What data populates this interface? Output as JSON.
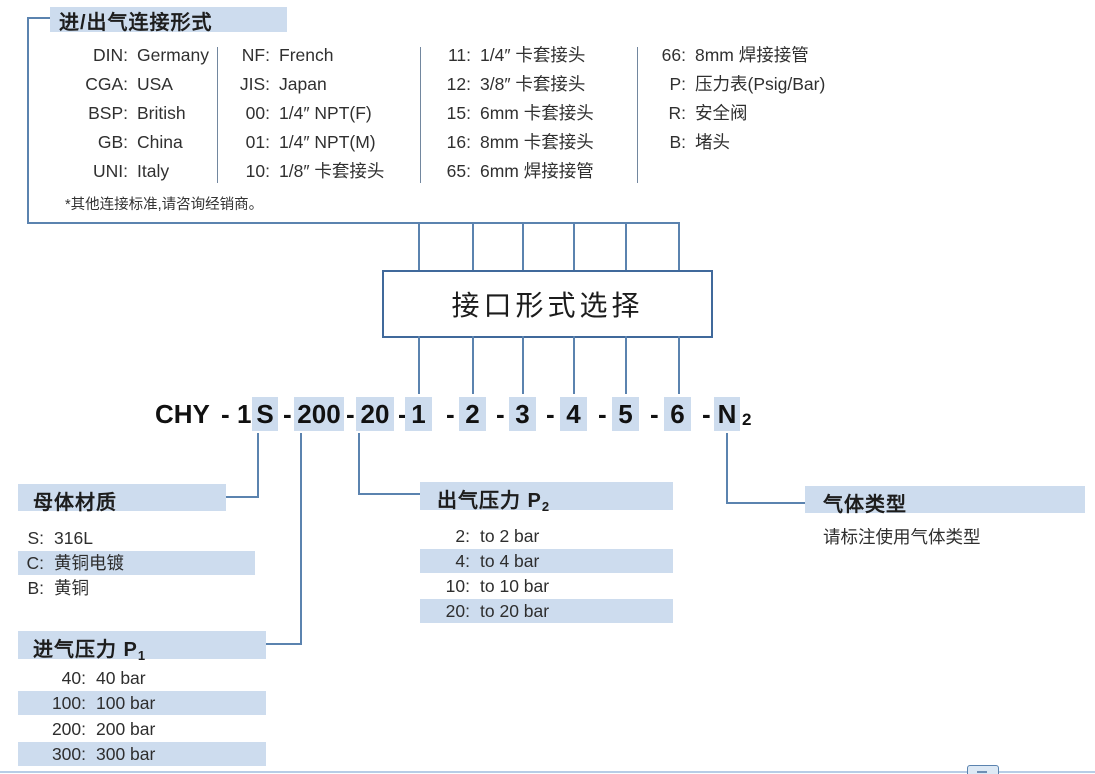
{
  "colors": {
    "highlight": "#cddcee",
    "connector_line": "#5b83af",
    "box_border": "#40699b",
    "divider": "#72879f",
    "text": "#2b2b2b"
  },
  "connection": {
    "title": "进/出气连接形式",
    "note": "*其他连接标准,请咨询经销商。",
    "columns": [
      {
        "items": [
          {
            "code": "DIN:",
            "label": "Germany"
          },
          {
            "code": "CGA:",
            "label": "USA"
          },
          {
            "code": "BSP:",
            "label": "British"
          },
          {
            "code": "GB:",
            "label": "China"
          },
          {
            "code": "UNI:",
            "label": "Italy"
          }
        ]
      },
      {
        "items": [
          {
            "code": "NF:",
            "label": "French"
          },
          {
            "code": "JIS:",
            "label": "Japan"
          },
          {
            "code": "00:",
            "label": "1/4″ NPT(F)"
          },
          {
            "code": "01:",
            "label": "1/4″ NPT(M)"
          },
          {
            "code": "10:",
            "label": "1/8″ 卡套接头"
          }
        ]
      },
      {
        "items": [
          {
            "code": "11:",
            "label": "1/4″ 卡套接头"
          },
          {
            "code": "12:",
            "label": "3/8″ 卡套接头"
          },
          {
            "code": "15:",
            "label": "6mm 卡套接头"
          },
          {
            "code": "16:",
            "label": "8mm 卡套接头"
          },
          {
            "code": "65:",
            "label": "6mm 焊接接管"
          }
        ]
      },
      {
        "items": [
          {
            "code": "66:",
            "label": "8mm 焊接接管"
          },
          {
            "code": "P:",
            "label": "压力表(Psig/Bar)"
          },
          {
            "code": "R:",
            "label": "安全阀"
          },
          {
            "code": "B:",
            "label": "堵头"
          }
        ]
      }
    ]
  },
  "selector": {
    "title": "接口形式选择"
  },
  "code_line": {
    "segments": [
      {
        "t": "CHY"
      },
      {
        "t": "-"
      },
      {
        "t": "1"
      },
      {
        "t": "S"
      },
      {
        "t": "-"
      },
      {
        "t": "200"
      },
      {
        "t": "-"
      },
      {
        "t": "20"
      },
      {
        "t": "-"
      },
      {
        "t": "1"
      },
      {
        "t": "-"
      },
      {
        "t": "2"
      },
      {
        "t": "-"
      },
      {
        "t": "3"
      },
      {
        "t": "-"
      },
      {
        "t": "4"
      },
      {
        "t": "-"
      },
      {
        "t": "5"
      },
      {
        "t": "-"
      },
      {
        "t": "6"
      },
      {
        "t": "-"
      },
      {
        "t": "N"
      },
      {
        "t": "2"
      }
    ]
  },
  "sections": {
    "material": {
      "title": "母体材质",
      "items": [
        {
          "code": "S:",
          "label": "316L"
        },
        {
          "code": "C:",
          "label": "黄铜电镀"
        },
        {
          "code": "B:",
          "label": "黄铜"
        }
      ]
    },
    "outlet": {
      "title": "出气压力 P",
      "title_sub": "2",
      "items": [
        {
          "code": "2:",
          "label": "to 2 bar"
        },
        {
          "code": "4:",
          "label": "to 4 bar"
        },
        {
          "code": "10:",
          "label": "to 10 bar"
        },
        {
          "code": "20:",
          "label": "to 20 bar"
        }
      ]
    },
    "gas": {
      "title": "气体类型",
      "note": "请标注使用气体类型"
    },
    "inlet": {
      "title": "进气压力 P",
      "title_sub": "1",
      "items": [
        {
          "code": "40:",
          "label": "40 bar"
        },
        {
          "code": "100:",
          "label": "100 bar"
        },
        {
          "code": "200:",
          "label": "200 bar"
        },
        {
          "code": "300:",
          "label": "300 bar"
        }
      ]
    }
  }
}
